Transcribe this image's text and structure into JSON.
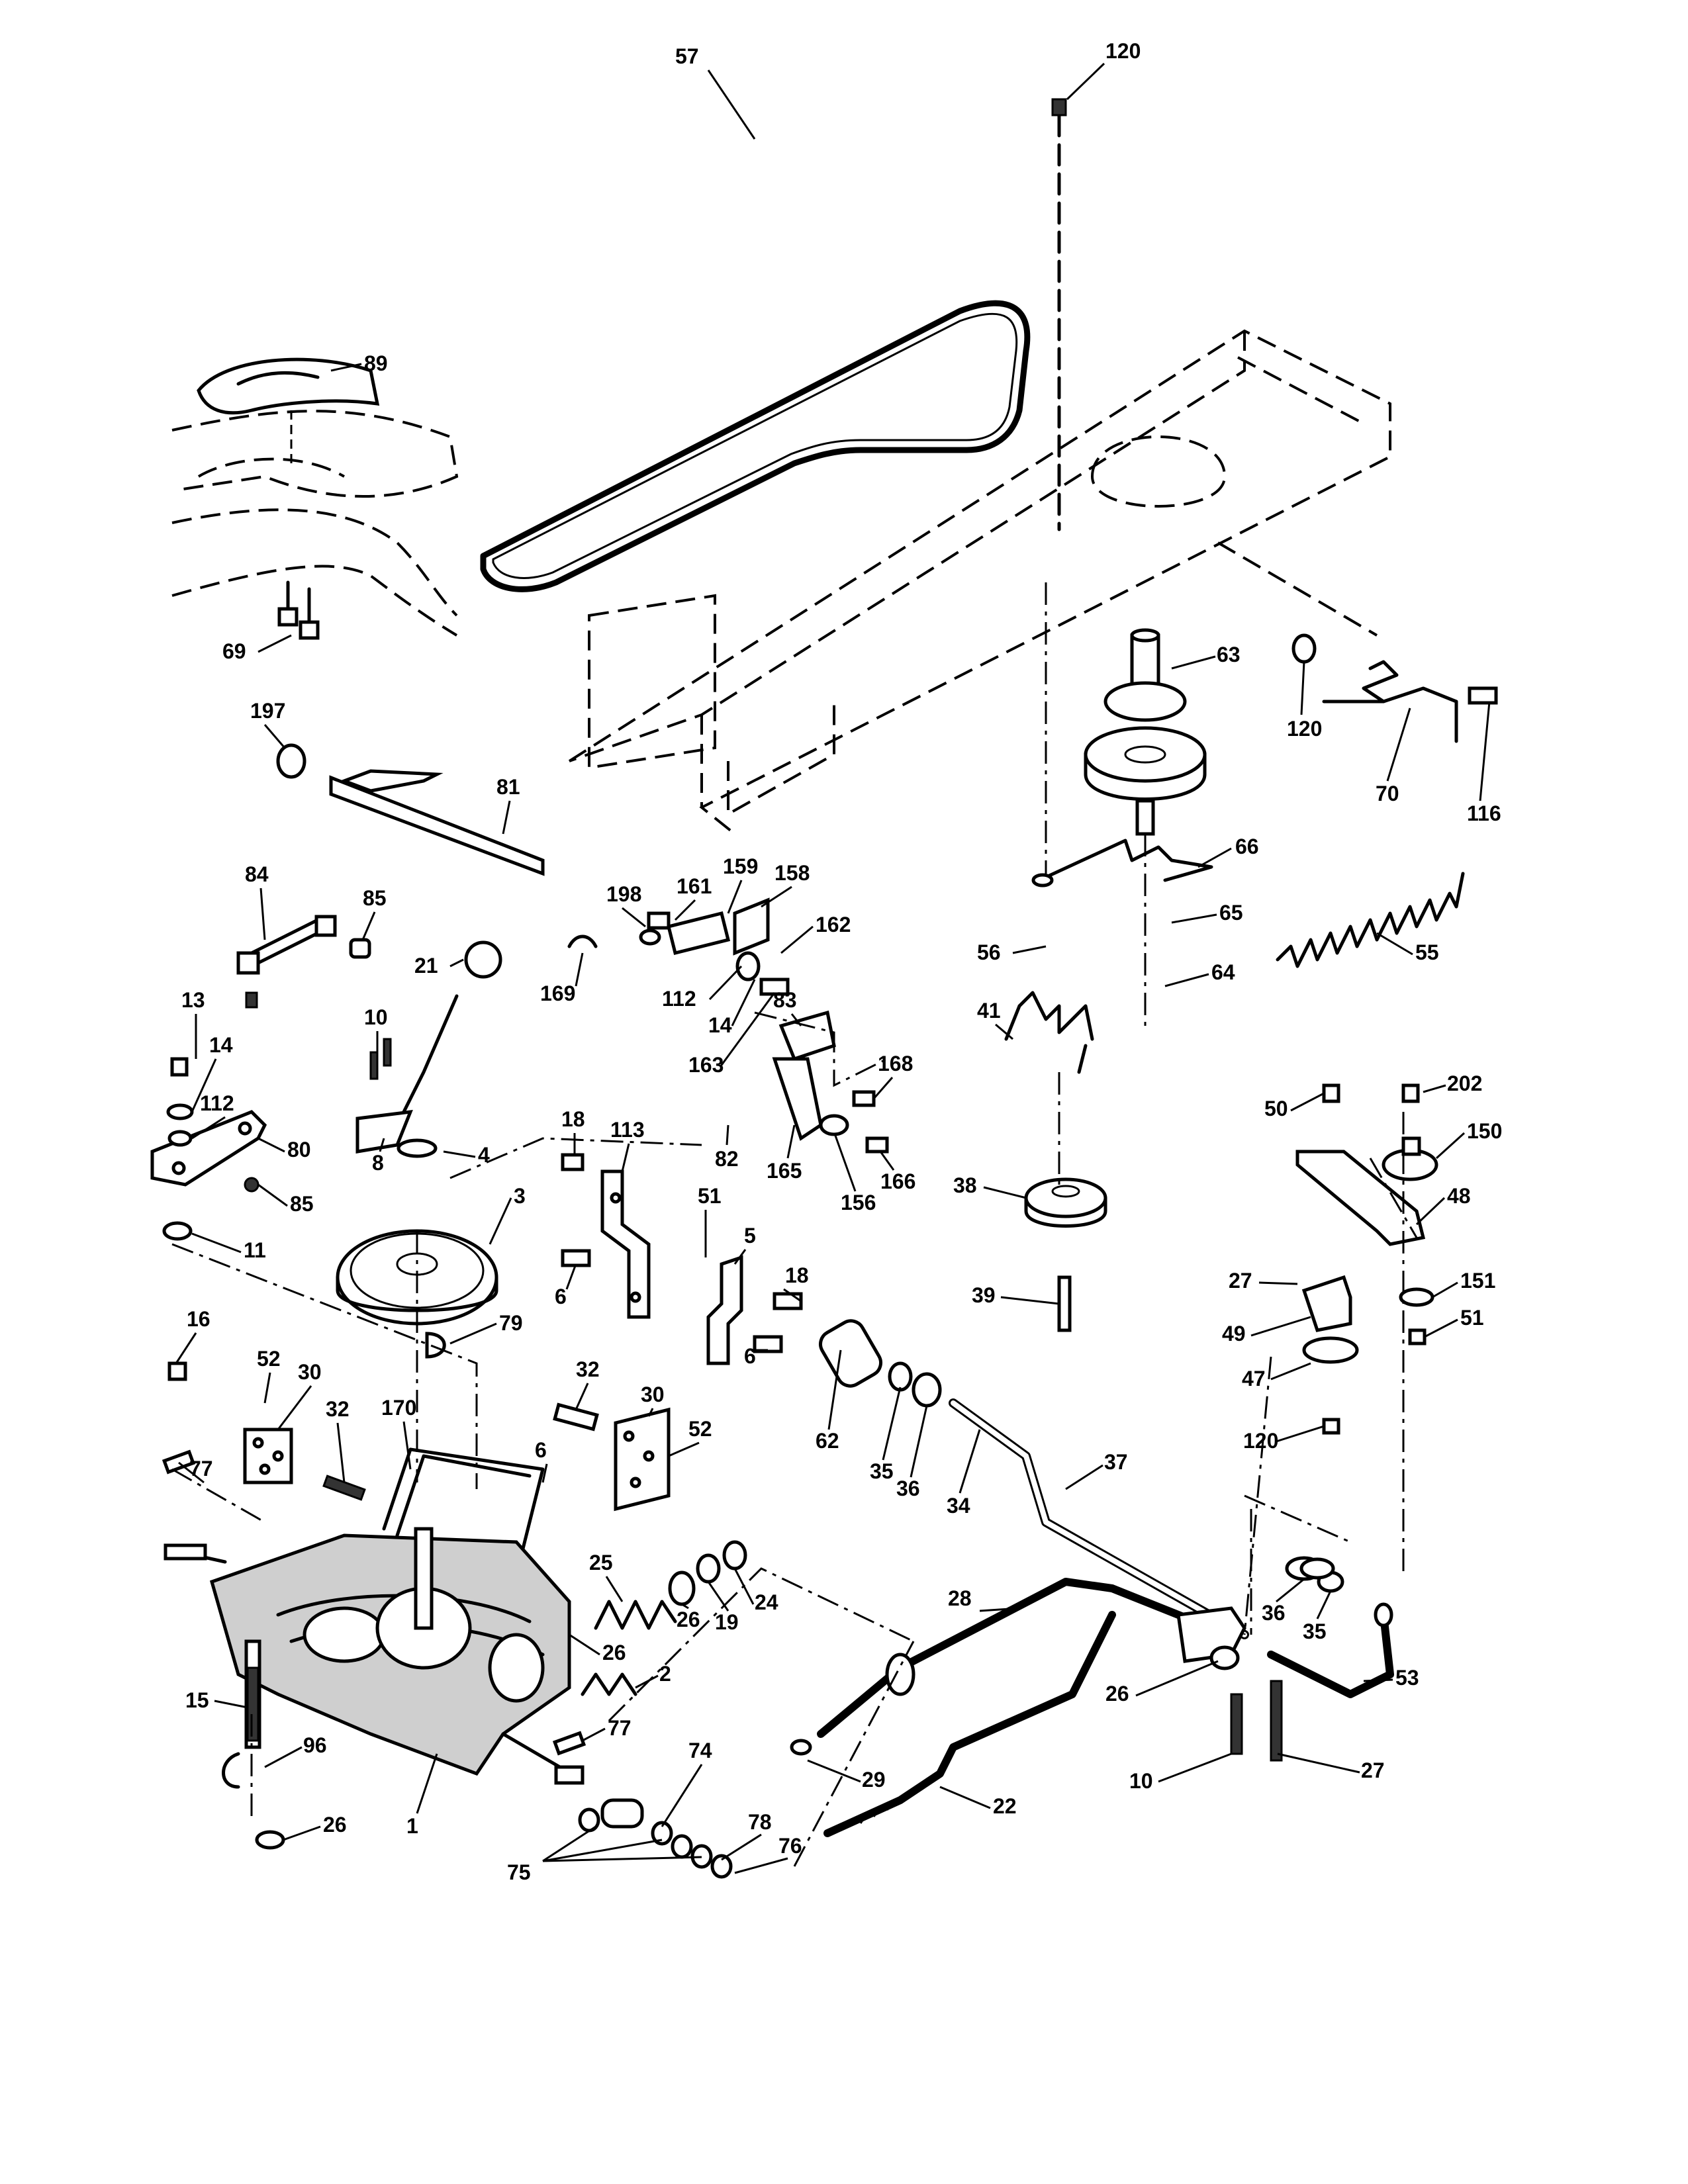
{
  "labels": {
    "l120a": "120",
    "l57": "57",
    "l89": "89",
    "l69": "69",
    "l197": "197",
    "l81": "81",
    "l63": "63",
    "l120b": "120",
    "l70": "70",
    "l116": "116",
    "l84": "84",
    "l85a": "85",
    "l21": "21",
    "l198": "198",
    "l161": "161",
    "l159": "159",
    "l158": "158",
    "l162": "162",
    "l66": "66",
    "l65": "65",
    "l56": "56",
    "l64": "64",
    "l55": "55",
    "l13": "13",
    "l10a": "10",
    "l169": "169",
    "l112a": "112",
    "l14a": "14",
    "l83": "83",
    "l41": "41",
    "l14b": "14",
    "l112b": "112",
    "l163": "163",
    "l168": "168",
    "l202": "202",
    "l50": "50",
    "l150": "150",
    "l80": "80",
    "l8": "8",
    "l18a": "18",
    "l113": "113",
    "l82": "82",
    "l4": "4",
    "l165": "165",
    "l156": "156",
    "l166": "166",
    "l38": "38",
    "l48": "48",
    "l85b": "85",
    "l3": "3",
    "l51a": "51",
    "l11": "11",
    "l5": "5",
    "l27a": "27",
    "l151": "151",
    "l18b": "18",
    "l6a": "6",
    "l39": "39",
    "l49": "49",
    "l51b": "51",
    "l16": "16",
    "l79": "79",
    "l6b": "6",
    "l47": "47",
    "l52a": "52",
    "l30a": "30",
    "l32a": "32",
    "l30b": "30",
    "l62": "62",
    "l120c": "120",
    "l32b": "32",
    "l170": "170",
    "l52b": "52",
    "l35a": "35",
    "l77a": "77",
    "l6c": "6",
    "l36a": "36",
    "l34": "34",
    "l37": "37",
    "l25": "25",
    "l24": "24",
    "l36b": "36",
    "l35b": "35",
    "l26a": "26",
    "l19": "19",
    "l28": "28",
    "l15": "15",
    "l26b": "26",
    "l2": "2",
    "l53": "53",
    "l26c": "26",
    "l96": "96",
    "l77b": "77",
    "l74": "74",
    "l29": "29",
    "l10b": "10",
    "l27b": "27",
    "l26d": "26",
    "l1": "1",
    "l78": "78",
    "l76": "76",
    "l22": "22",
    "l75": "75"
  },
  "colors": {
    "ink": "#000000",
    "paper": "#ffffff",
    "shade": "#cfcfcf"
  }
}
